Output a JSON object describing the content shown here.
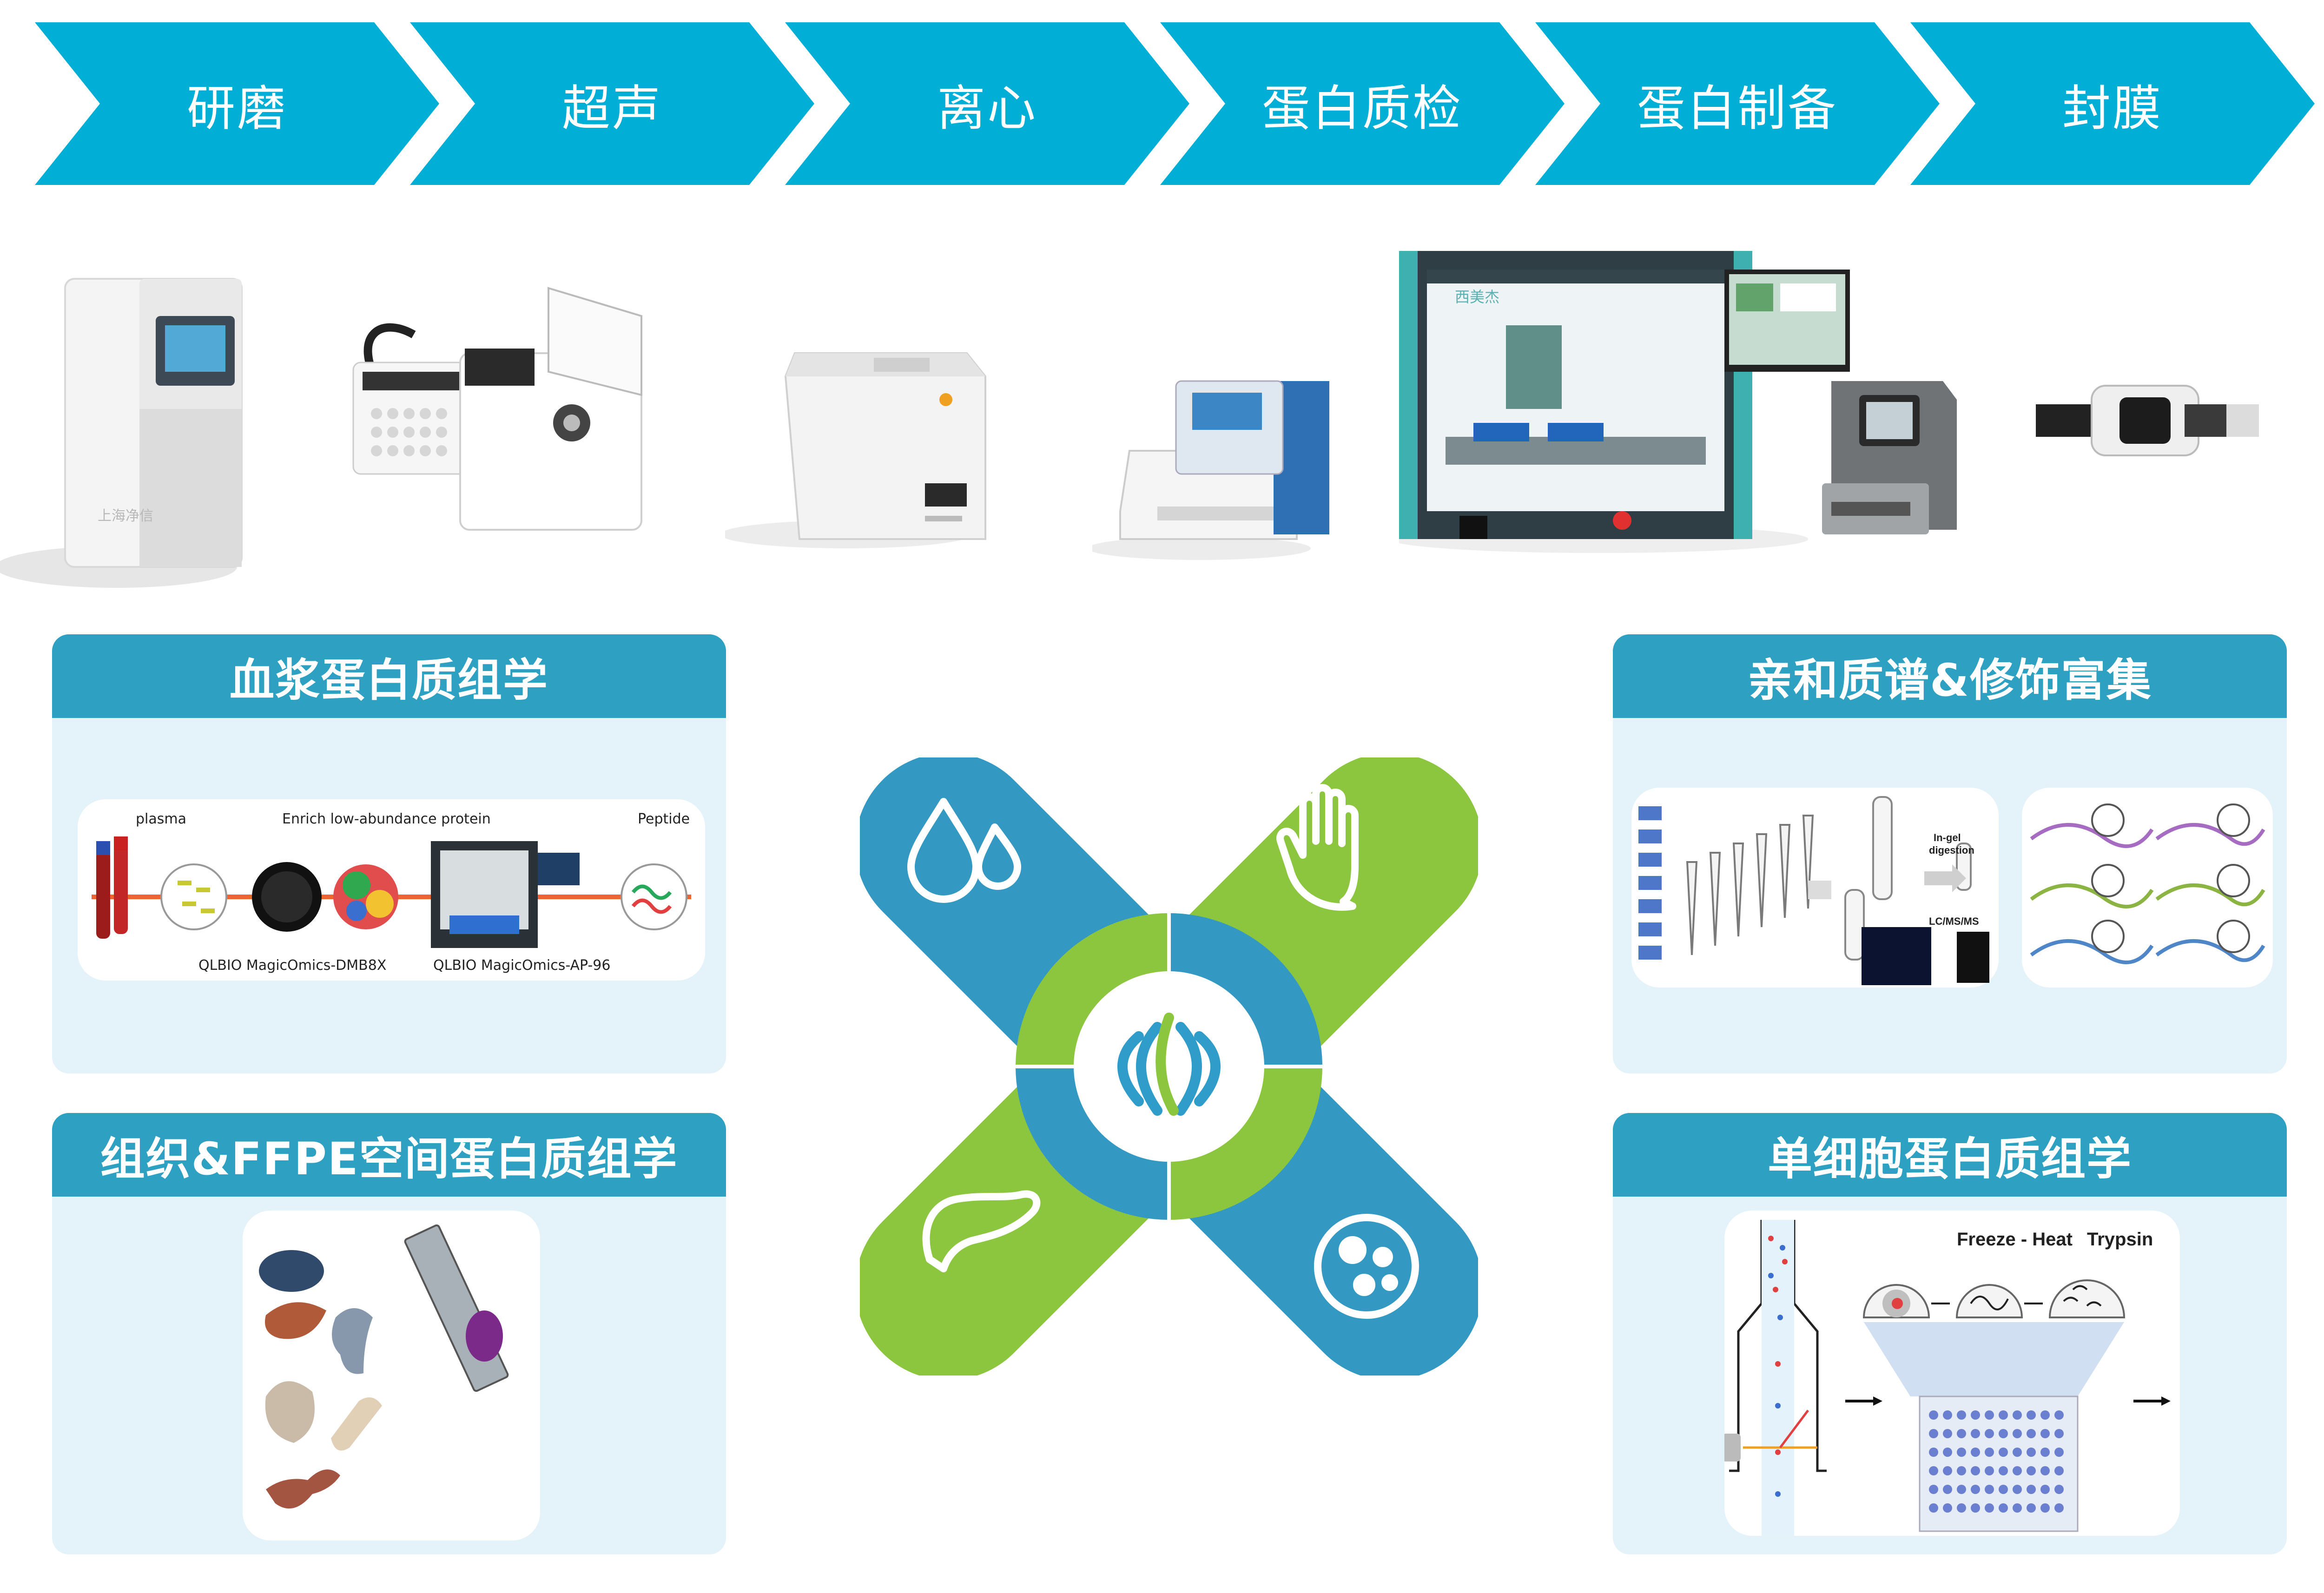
{
  "colors": {
    "arrow": "#00aed6",
    "header": "#2ea0c2",
    "card": "#e4f2f9",
    "green": "#8cc63f",
    "blue": "#3399c3"
  },
  "workflow": {
    "steps": [
      "研磨",
      "超声",
      "离心",
      "蛋白质检",
      "蛋白制备",
      "封膜"
    ]
  },
  "cards": {
    "plasma": {
      "title": "血浆蛋白质组学",
      "labels": {
        "plasma": "plasma",
        "enrich": "Enrich low-abundance protein",
        "peptide": "Peptide",
        "dmb": "QLBIO MagicOmics-DMB8X",
        "ap": "QLBIO MagicOmics-AP-96"
      }
    },
    "tissue": {
      "title": "组织&FFPE空间蛋白质组学"
    },
    "affinity": {
      "title": "亲和质谱&修饰富集",
      "labels": {
        "ingel": "In-gel",
        "digestion": "digestion",
        "lcms": "LC/MS/MS"
      }
    },
    "singlecell": {
      "title": "单细胞蛋白质组学",
      "labels": {
        "freeze": "Freeze - Heat",
        "trypsin": "Trypsin"
      }
    }
  },
  "center": {
    "icons": [
      "drops-icon",
      "hand-icon",
      "liver-icon",
      "cells-icon",
      "logo-icon"
    ]
  }
}
